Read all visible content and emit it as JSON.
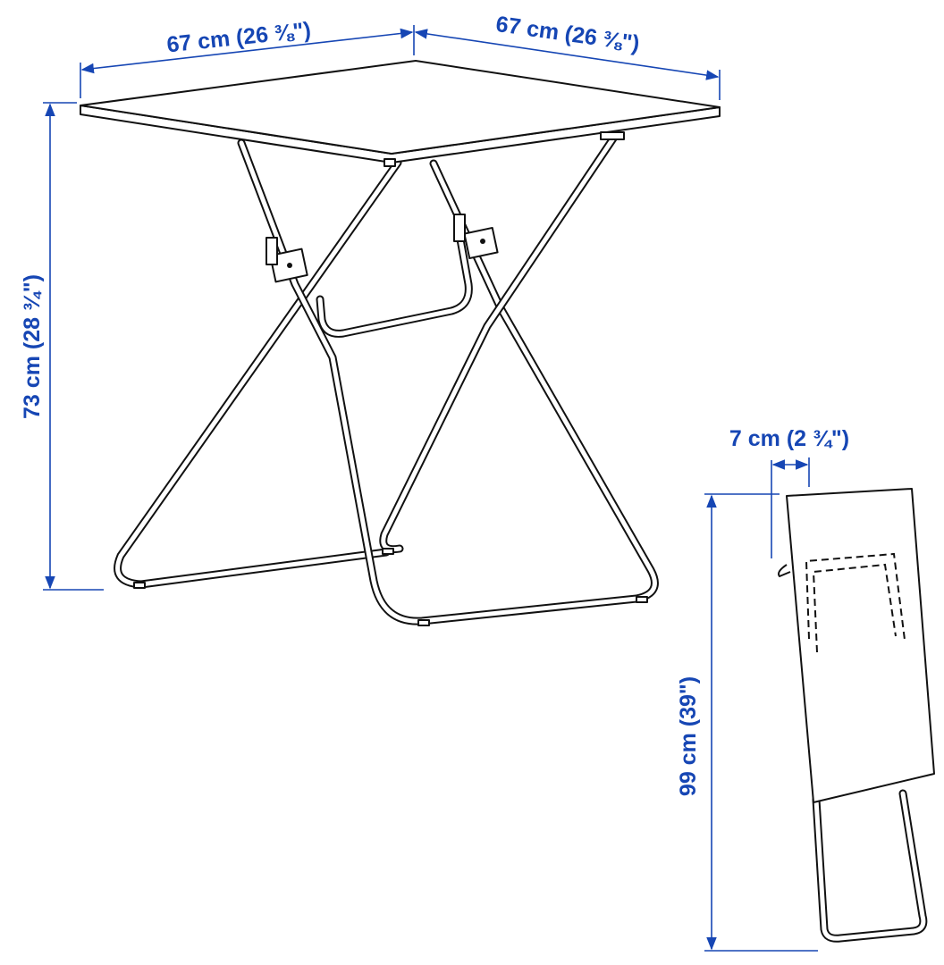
{
  "colors": {
    "dimension": "#1646b4",
    "line": "#111111"
  },
  "dimensions": {
    "width": "67 cm (26 ⅜\")",
    "depth": "67 cm (26 ⅜\")",
    "height": "73 cm (28 ¾\")",
    "folded_thickness": "7 cm (2 ¾\")",
    "folded_height": "99 cm (39\")"
  }
}
